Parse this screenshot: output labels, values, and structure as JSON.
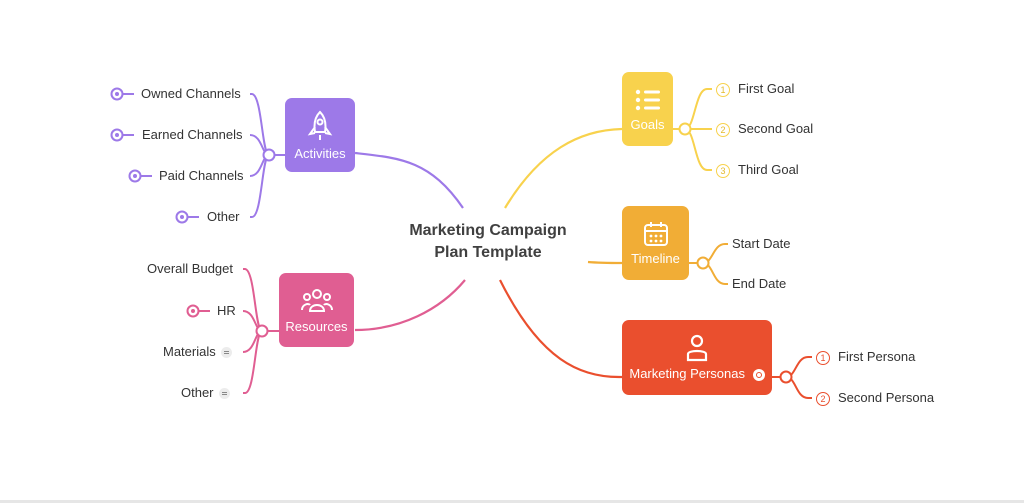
{
  "central": {
    "line1": "Marketing Campaign",
    "line2": "Plan Template"
  },
  "branches": {
    "activities": {
      "label": "Activities",
      "color": "#9d79e8",
      "icon": "rocket-icon",
      "children": [
        "Owned Channels",
        "Earned Channels",
        "Paid Channels",
        "Other"
      ]
    },
    "resources": {
      "label": "Resources",
      "color": "#e05e92",
      "icon": "people-icon",
      "children": [
        "Overall Budget",
        "HR",
        "Materials",
        "Other"
      ]
    },
    "goals": {
      "label": "Goals",
      "color": "#f8d24d",
      "icon": "list-icon",
      "children": [
        "First Goal",
        "Second Goal",
        "Third Goal"
      ],
      "markers": [
        "1",
        "2",
        "3"
      ]
    },
    "timeline": {
      "label": "Timeline",
      "color": "#f1ad36",
      "icon": "calendar-icon",
      "children": [
        "Start Date",
        "End Date"
      ]
    },
    "personas": {
      "label": "Marketing Personas",
      "color": "#ea4f2e",
      "icon": "person-icon",
      "children": [
        "First Persona",
        "Second Persona"
      ],
      "markers": [
        "1",
        "2"
      ]
    }
  }
}
